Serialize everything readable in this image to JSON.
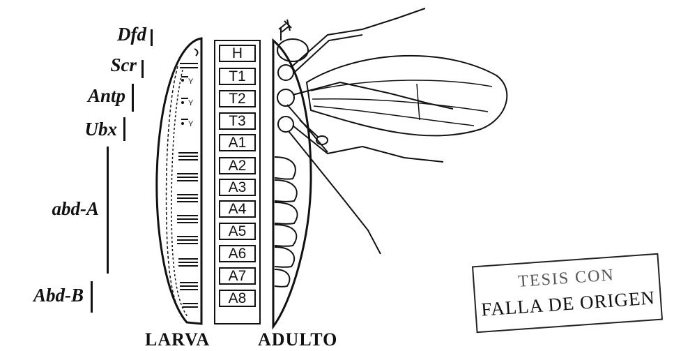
{
  "genes": [
    {
      "name": "Dfd"
    },
    {
      "name": "Scr"
    },
    {
      "name": "Antp"
    },
    {
      "name": "Ubx"
    },
    {
      "name": "abd-A"
    },
    {
      "name": "Abd-B"
    }
  ],
  "segments": [
    "H",
    "T1",
    "T2",
    "T3",
    "A1",
    "A2",
    "A3",
    "A4",
    "A5",
    "A6",
    "A7",
    "A8"
  ],
  "labels": {
    "larva": "LARVA",
    "adult": "ADULTO"
  },
  "stamp": {
    "line1": "TESIS CON",
    "line2": "FALLA DE ORIGEN"
  }
}
